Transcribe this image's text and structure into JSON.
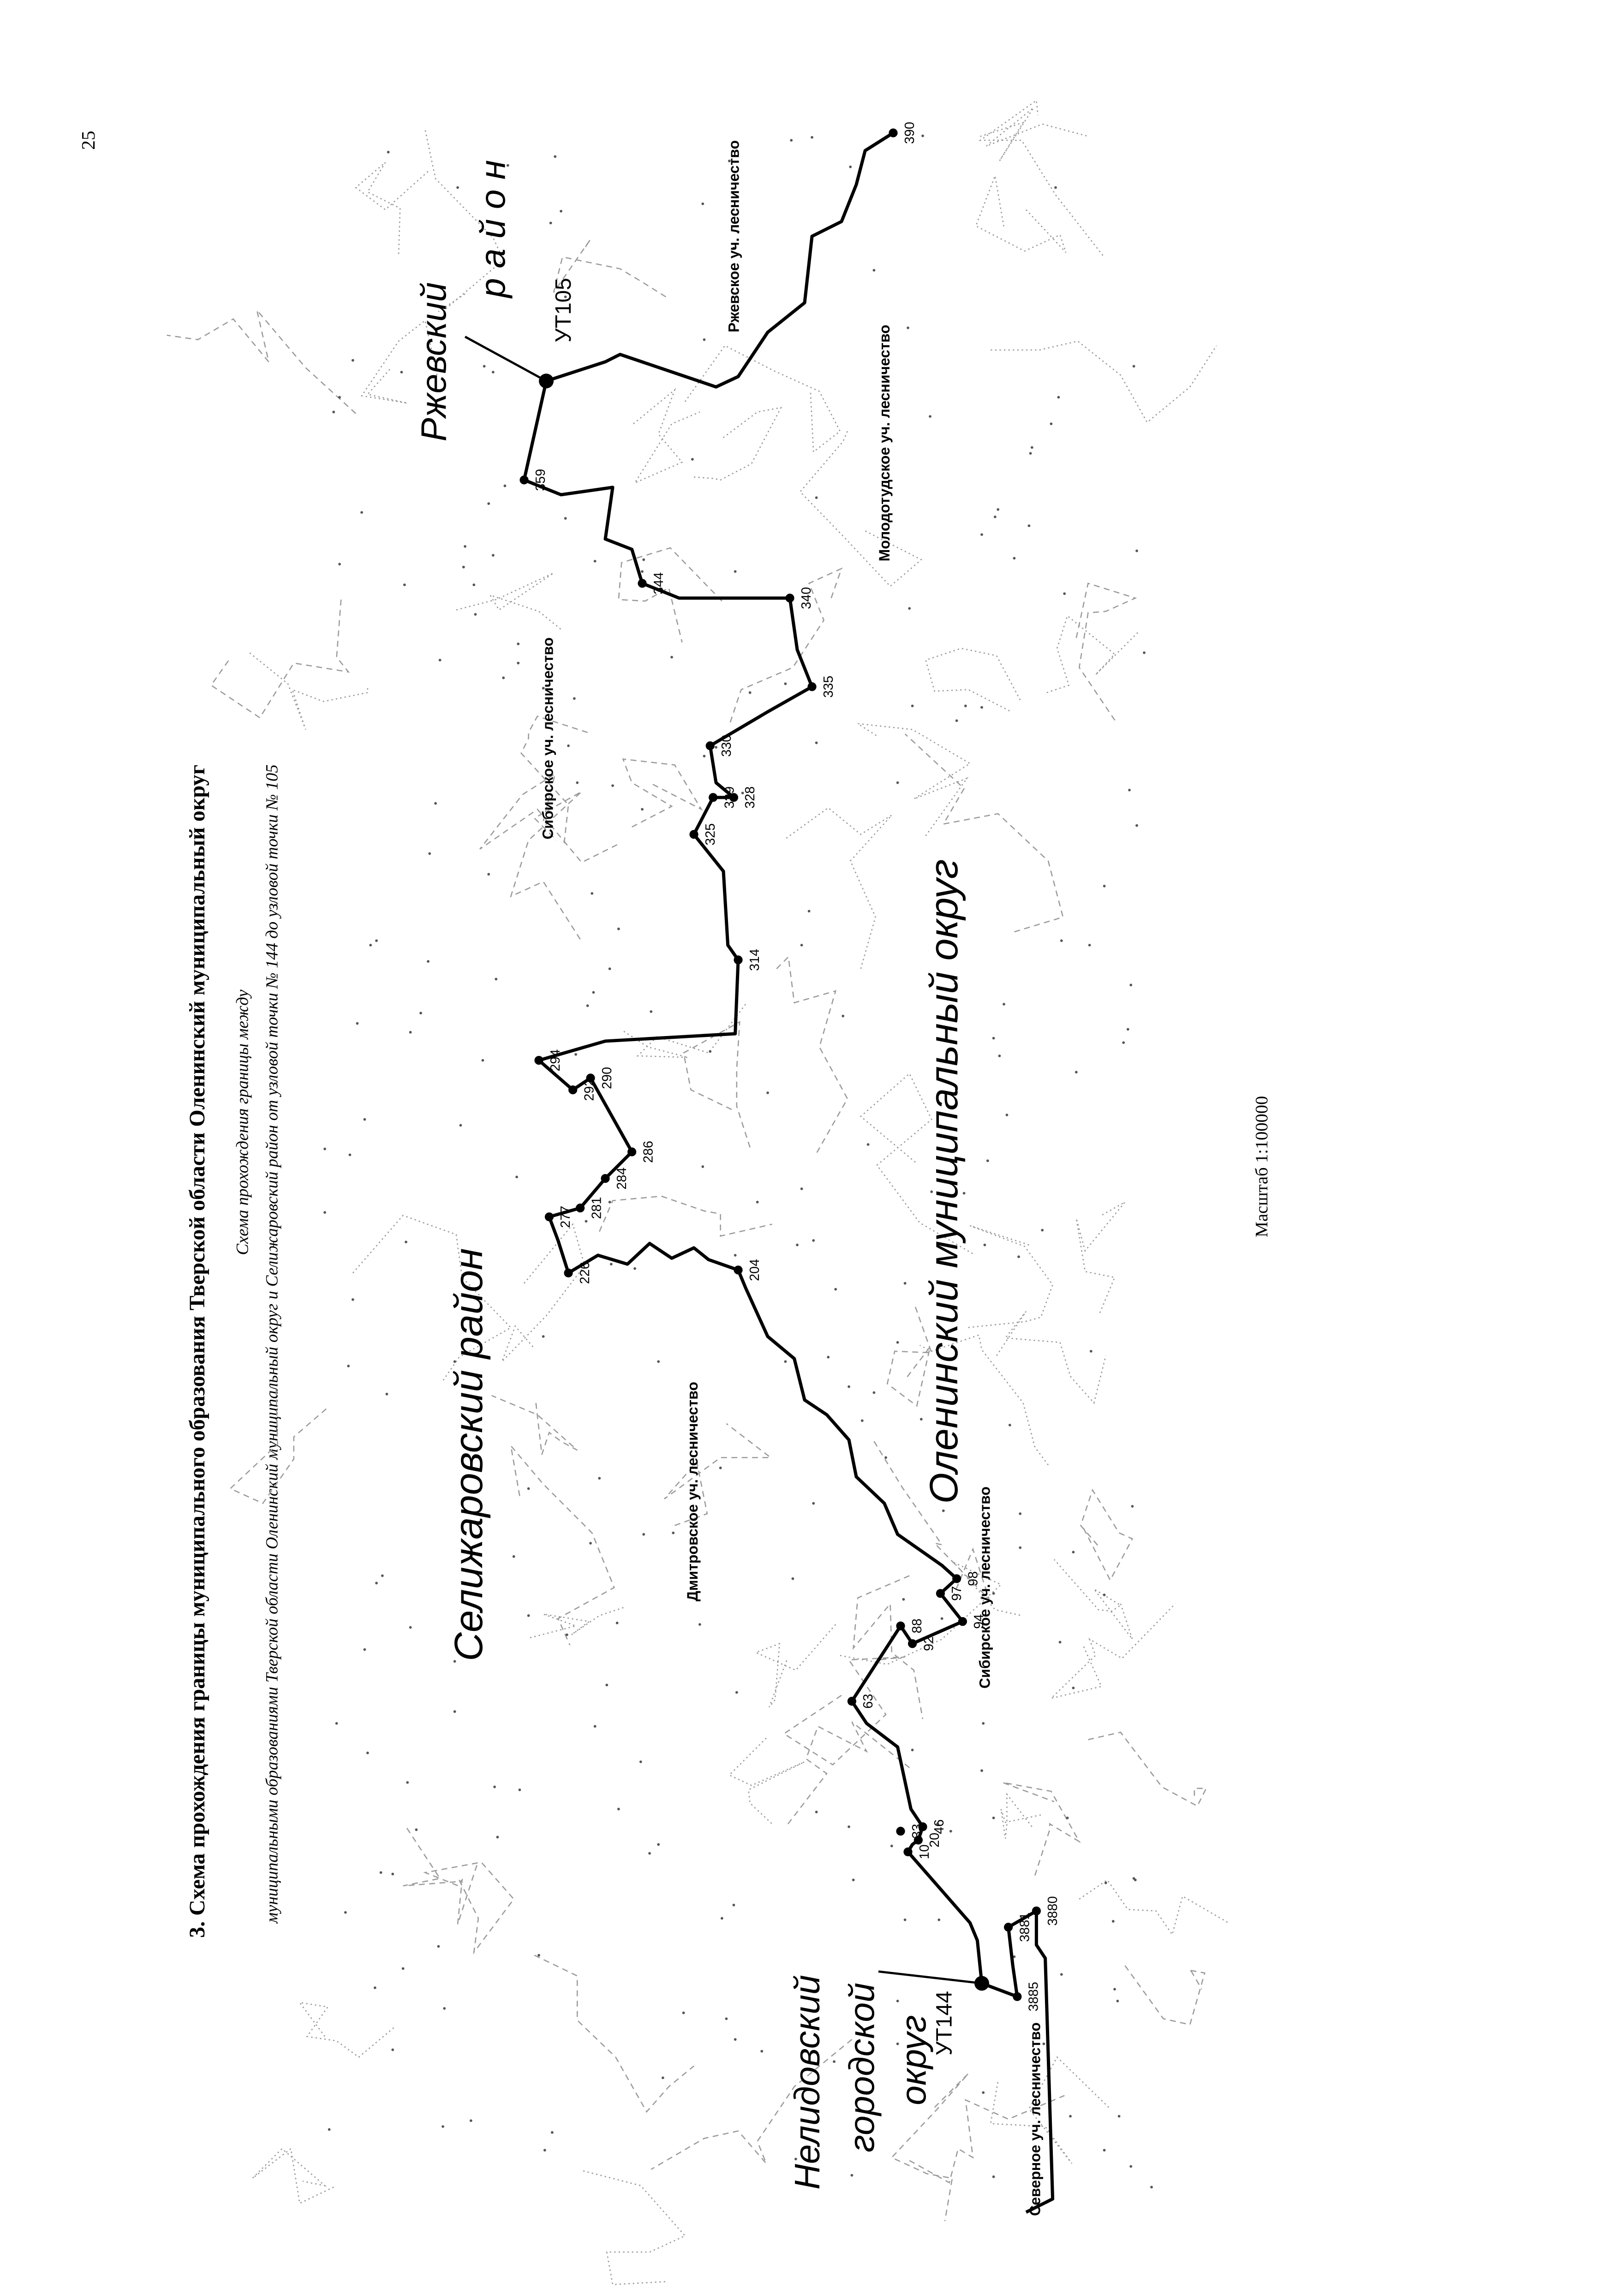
{
  "page_number": "25",
  "title": "3. Схема прохождения границы муниципального образования Тверской области Оленинский муниципальный округ",
  "subtitle_line1": "Схема прохождения границы между",
  "subtitle_line2": "муниципальными образованиями Тверской области Оленинский муниципальный округ и Селижаровский район от узловой точки № 144 до узловой точки № 105",
  "scale_label": "Масштаб 1:100000",
  "regions": {
    "selizharovo": "Селижаровский район",
    "olenino": "Оленинский муниципальный округ",
    "rzhev_1": "Ржевский",
    "rzhev_2": "р а й о н",
    "nelidovo_1": "Нелидовский",
    "nelidovo_2": "городской",
    "nelidovo_3": "округ"
  },
  "nodes": {
    "ut144": "УТ144",
    "ut105": "УТ105"
  },
  "forestry": {
    "dmitrovskoe": "Дмитровское уч. лесничество",
    "sibirskoe_1": "Сибирское уч. лесничество",
    "sibirskoe_2": "Сибирское уч. лесничество",
    "severnoe": "Северное уч. лесничество",
    "rzhevskoe": "Ржевское уч. лесничество",
    "molodotudskoe": "Молодотудское уч. лесничество"
  },
  "boundary_points": [
    "3880",
    "3881",
    "3885",
    "10",
    "20",
    "33",
    "46",
    "63",
    "88",
    "92",
    "94",
    "97",
    "98",
    "204",
    "226",
    "277",
    "281",
    "284",
    "286",
    "290",
    "292",
    "294",
    "314",
    "325",
    "328",
    "329",
    "330",
    "335",
    "340",
    "344",
    "359",
    "390"
  ],
  "colors": {
    "ink": "#000000",
    "map_lines": "#9a9a9a"
  }
}
